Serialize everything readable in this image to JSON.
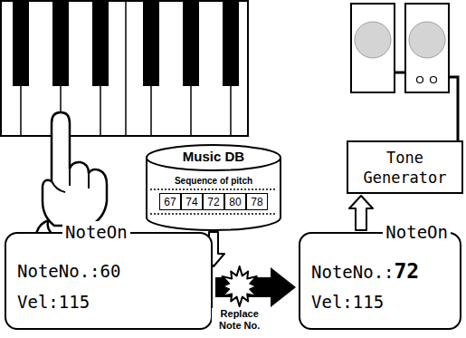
{
  "diagram": {
    "nodes": [
      {
        "text": [
          "Music DB",
          "Sequence of pitch"
        ]
      },
      {
        "text": [
          "67"
        ],
        "in": 0
      },
      {
        "text": [
          "74"
        ],
        "in": 0
      },
      {
        "text": [
          "72"
        ],
        "in": 0
      },
      {
        "text": [
          "80"
        ],
        "in": 0
      },
      {
        "text": [
          "78"
        ],
        "in": 0
      },
      {
        "text": [
          "Tone Generator"
        ]
      },
      {
        "text": [
          "NoteOn",
          "NoteNo.:60",
          "Vel:115"
        ]
      },
      {
        "text": [
          "NoteOn",
          "NoteNo.:",
          "72",
          "Vel:115"
        ]
      }
    ],
    "edges": [
      {
        "from": 7,
        "to": 8,
        "arrow": "to",
        "label": "Replace Note No."
      },
      {
        "from": 8,
        "to": 6,
        "arrow": "to"
      }
    ]
  }
}
